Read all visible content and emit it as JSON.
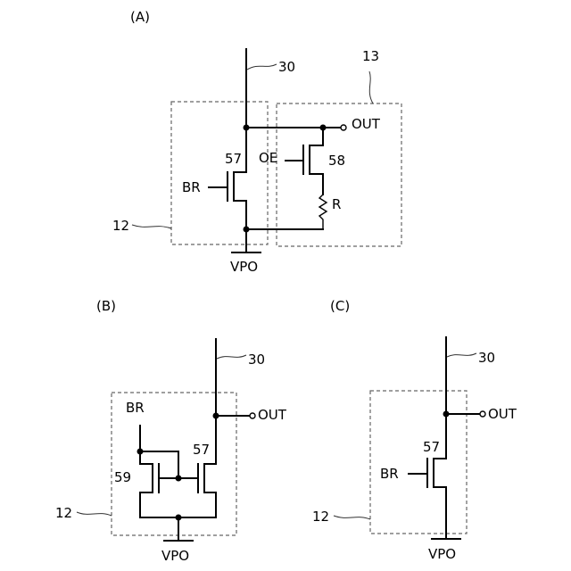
{
  "panels": {
    "a": {
      "label": "(A)",
      "ref_line": "30",
      "ref_output_block": "13",
      "ref_input_block": "12",
      "transistor_main": "57",
      "transistor_oe": "58",
      "gate_br": "BR",
      "gate_oe": "OE",
      "resistor": "R",
      "output": "OUT",
      "supply": "VPO"
    },
    "b": {
      "label": "(B)",
      "ref_line": "30",
      "ref_block": "12",
      "transistor_main": "57",
      "transistor_alt": "59",
      "gate_br": "BR",
      "output": "OUT",
      "supply": "VPO"
    },
    "c": {
      "label": "(C)",
      "ref_line": "30",
      "ref_block": "12",
      "transistor_main": "57",
      "gate_br": "BR",
      "output": "OUT",
      "supply": "VPO"
    }
  }
}
